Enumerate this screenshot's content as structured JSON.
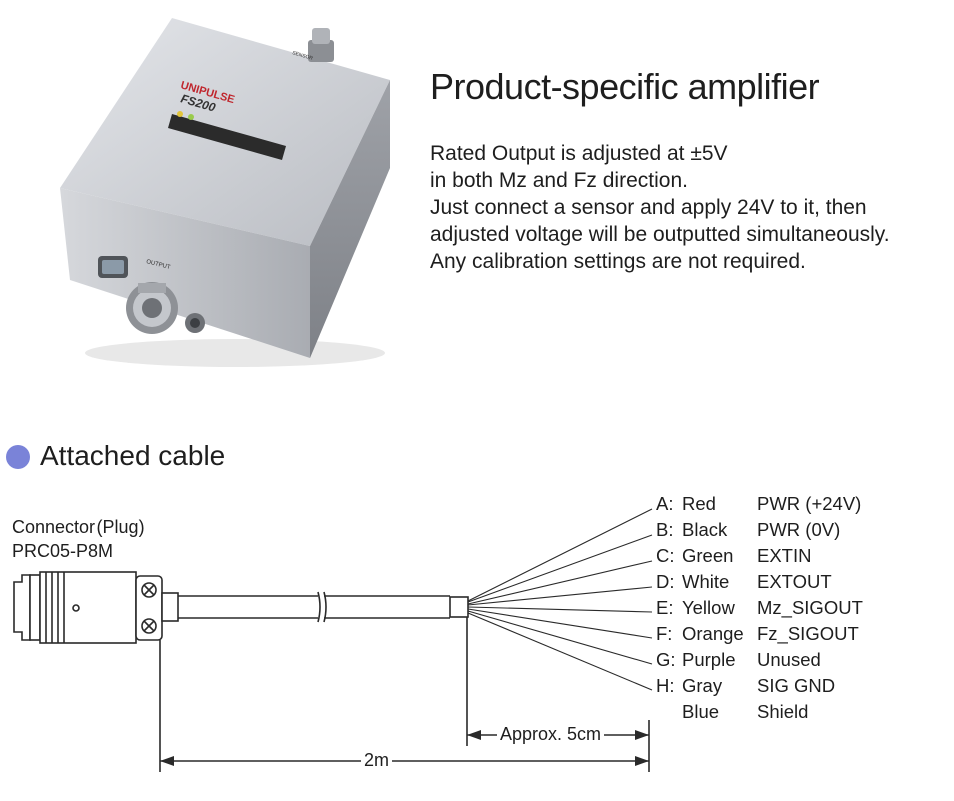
{
  "product": {
    "brand": "UNIPULSE",
    "model": "FS200",
    "port_output": "OUTPUT",
    "port_sensor": "SENSOR"
  },
  "heading": "Product-specific amplifier",
  "description": [
    "Rated Output is adjusted at ±5V",
    "in both Mz and Fz direction.",
    "Just connect a sensor and apply 24V to it, then",
    "adjusted voltage will be outputted simultaneously.",
    "Any calibration settings are not required."
  ],
  "section": {
    "title": "Attached cable",
    "bullet_color": "#7a83d8"
  },
  "connector": {
    "label": "Connector (Plug)",
    "model": "PRC05-P8M"
  },
  "wires": [
    {
      "letter": "A:",
      "color": "Red",
      "signal": "PWR  (+24V)"
    },
    {
      "letter": "B:",
      "color": "Black",
      "signal": "PWR  (0V)"
    },
    {
      "letter": "C:",
      "color": "Green",
      "signal": "EXTIN"
    },
    {
      "letter": "D:",
      "color": "White",
      "signal": "EXTOUT"
    },
    {
      "letter": "E:",
      "color": "Yellow",
      "signal": "Mz_SIGOUT"
    },
    {
      "letter": "F:",
      "color": "Orange",
      "signal": "Fz_SIGOUT"
    },
    {
      "letter": "G:",
      "color": "Purple",
      "signal": "Unused"
    },
    {
      "letter": "H:",
      "color": "Gray",
      "signal": "SIG GND"
    },
    {
      "letter": "",
      "color": "Blue",
      "signal": "Shield"
    }
  ],
  "dimensions": {
    "short": "Approx. 5cm",
    "long": "2m"
  }
}
